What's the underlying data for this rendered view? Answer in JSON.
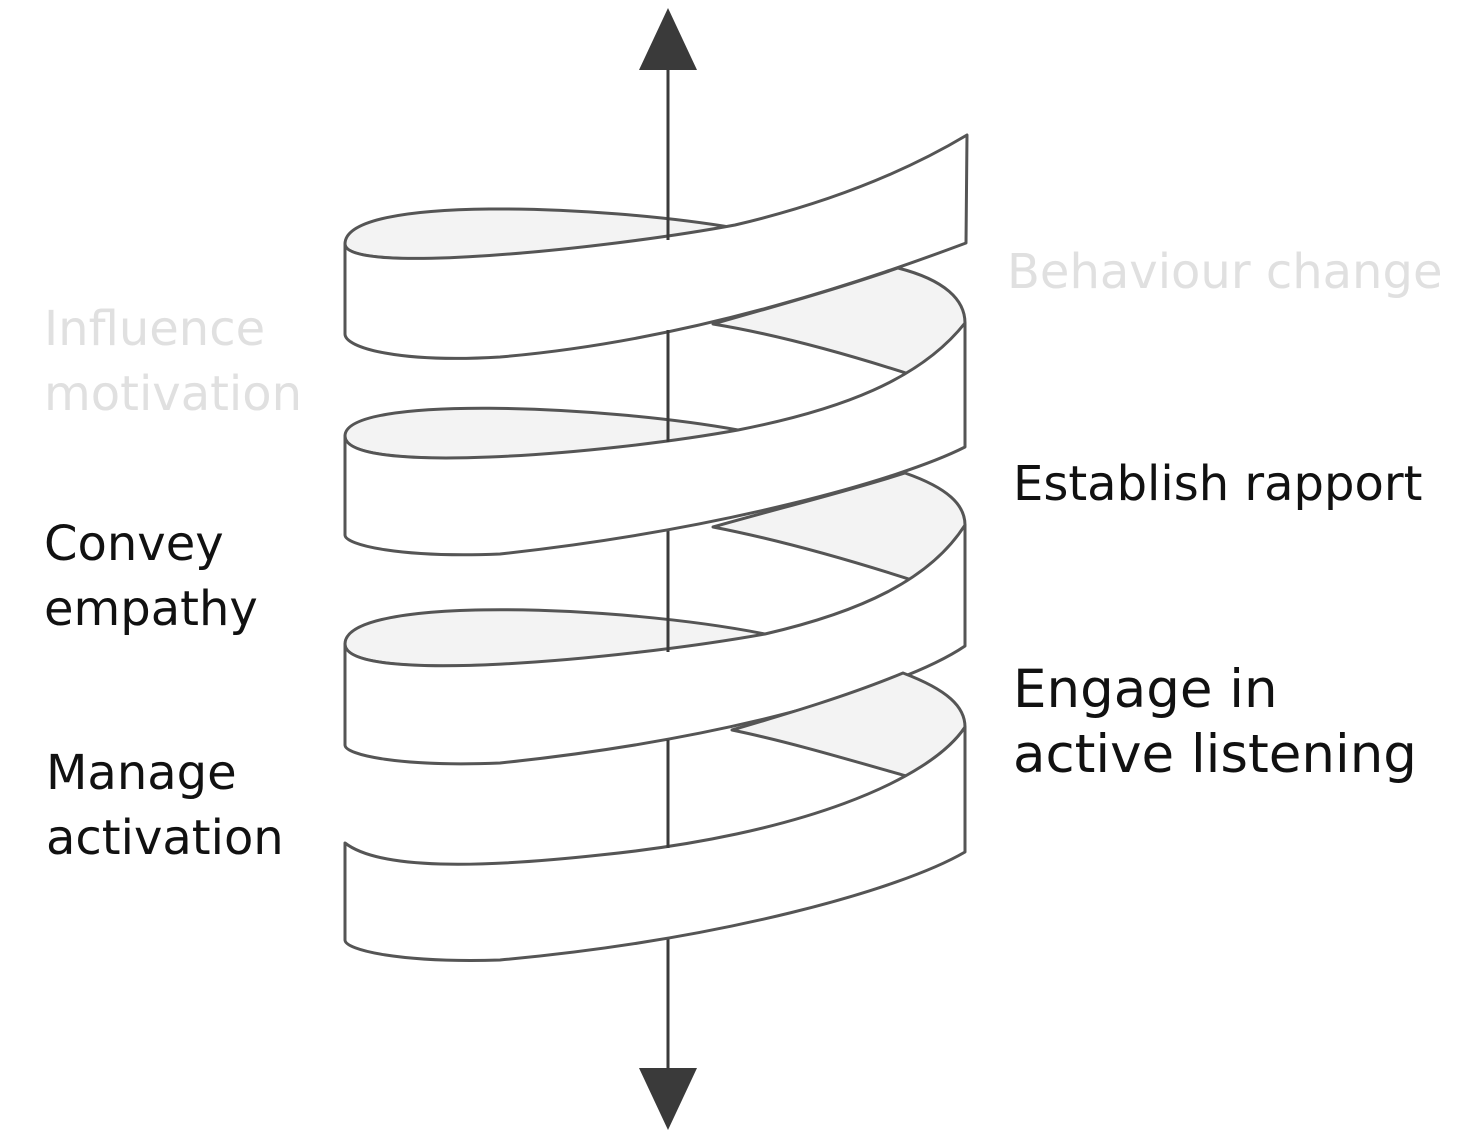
{
  "colors": {
    "outline": "#555555",
    "axis": "#3a3a3a",
    "ribbon_back": "#f3f3f3",
    "ribbon_front": "#ffffff",
    "faded_text": "#e0e0e0",
    "active_text": "#111111"
  },
  "icons": {
    "axis_top": "arrow-up-icon",
    "axis_bottom": "arrow-down-icon"
  },
  "labels": {
    "behaviour_change": "Behaviour change",
    "influence_motivation": [
      "Influence",
      "motivation"
    ],
    "establish_rapport": "Establish rapport",
    "convey_empathy": [
      "Convey",
      "empathy"
    ],
    "engage_active_listening": [
      "Engage in",
      "active listening"
    ],
    "manage_activation": [
      "Manage",
      "activation"
    ]
  }
}
